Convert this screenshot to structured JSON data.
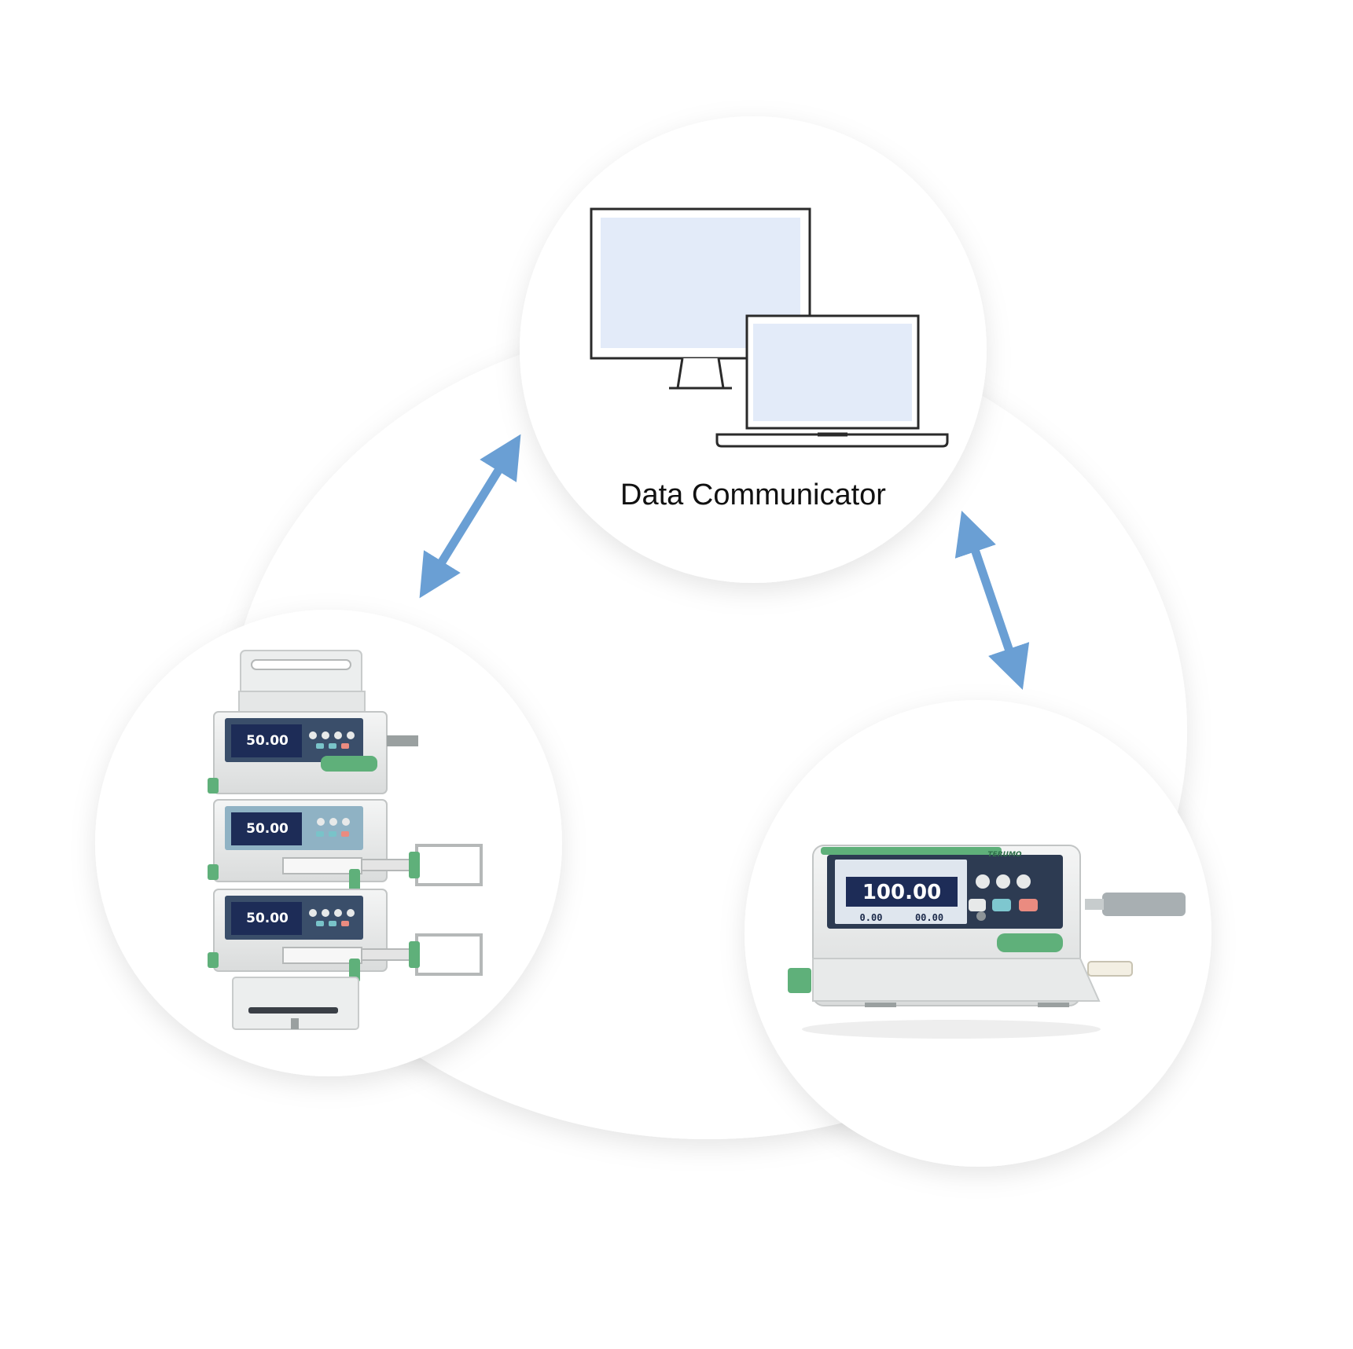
{
  "diagram": {
    "center_label": "Data Communicator",
    "nodes": [
      {
        "id": "data-communicator",
        "icon": "computers-icon",
        "label": "Data Communicator"
      },
      {
        "id": "pump-stack",
        "icon": "syringe-pump-stack-icon"
      },
      {
        "id": "single-pump",
        "icon": "syringe-pump-icon"
      }
    ],
    "links": [
      {
        "from": "pump-stack",
        "to": "data-communicator",
        "type": "bidirectional"
      },
      {
        "from": "data-communicator",
        "to": "single-pump",
        "type": "bidirectional"
      }
    ]
  },
  "pump_stack": {
    "displays": [
      {
        "rate": "50.00"
      },
      {
        "rate": "50.00"
      },
      {
        "rate": "50.00"
      }
    ]
  },
  "single_pump": {
    "brand": "TERUMO",
    "rate": "100.00",
    "readout_left": "0.00",
    "readout_right": "00.00"
  },
  "colors": {
    "arrow": "#6a9fd4",
    "accent_green": "#5fb07a",
    "screen": "#1d2c57",
    "monitor_screen": "#e3ebf9"
  }
}
